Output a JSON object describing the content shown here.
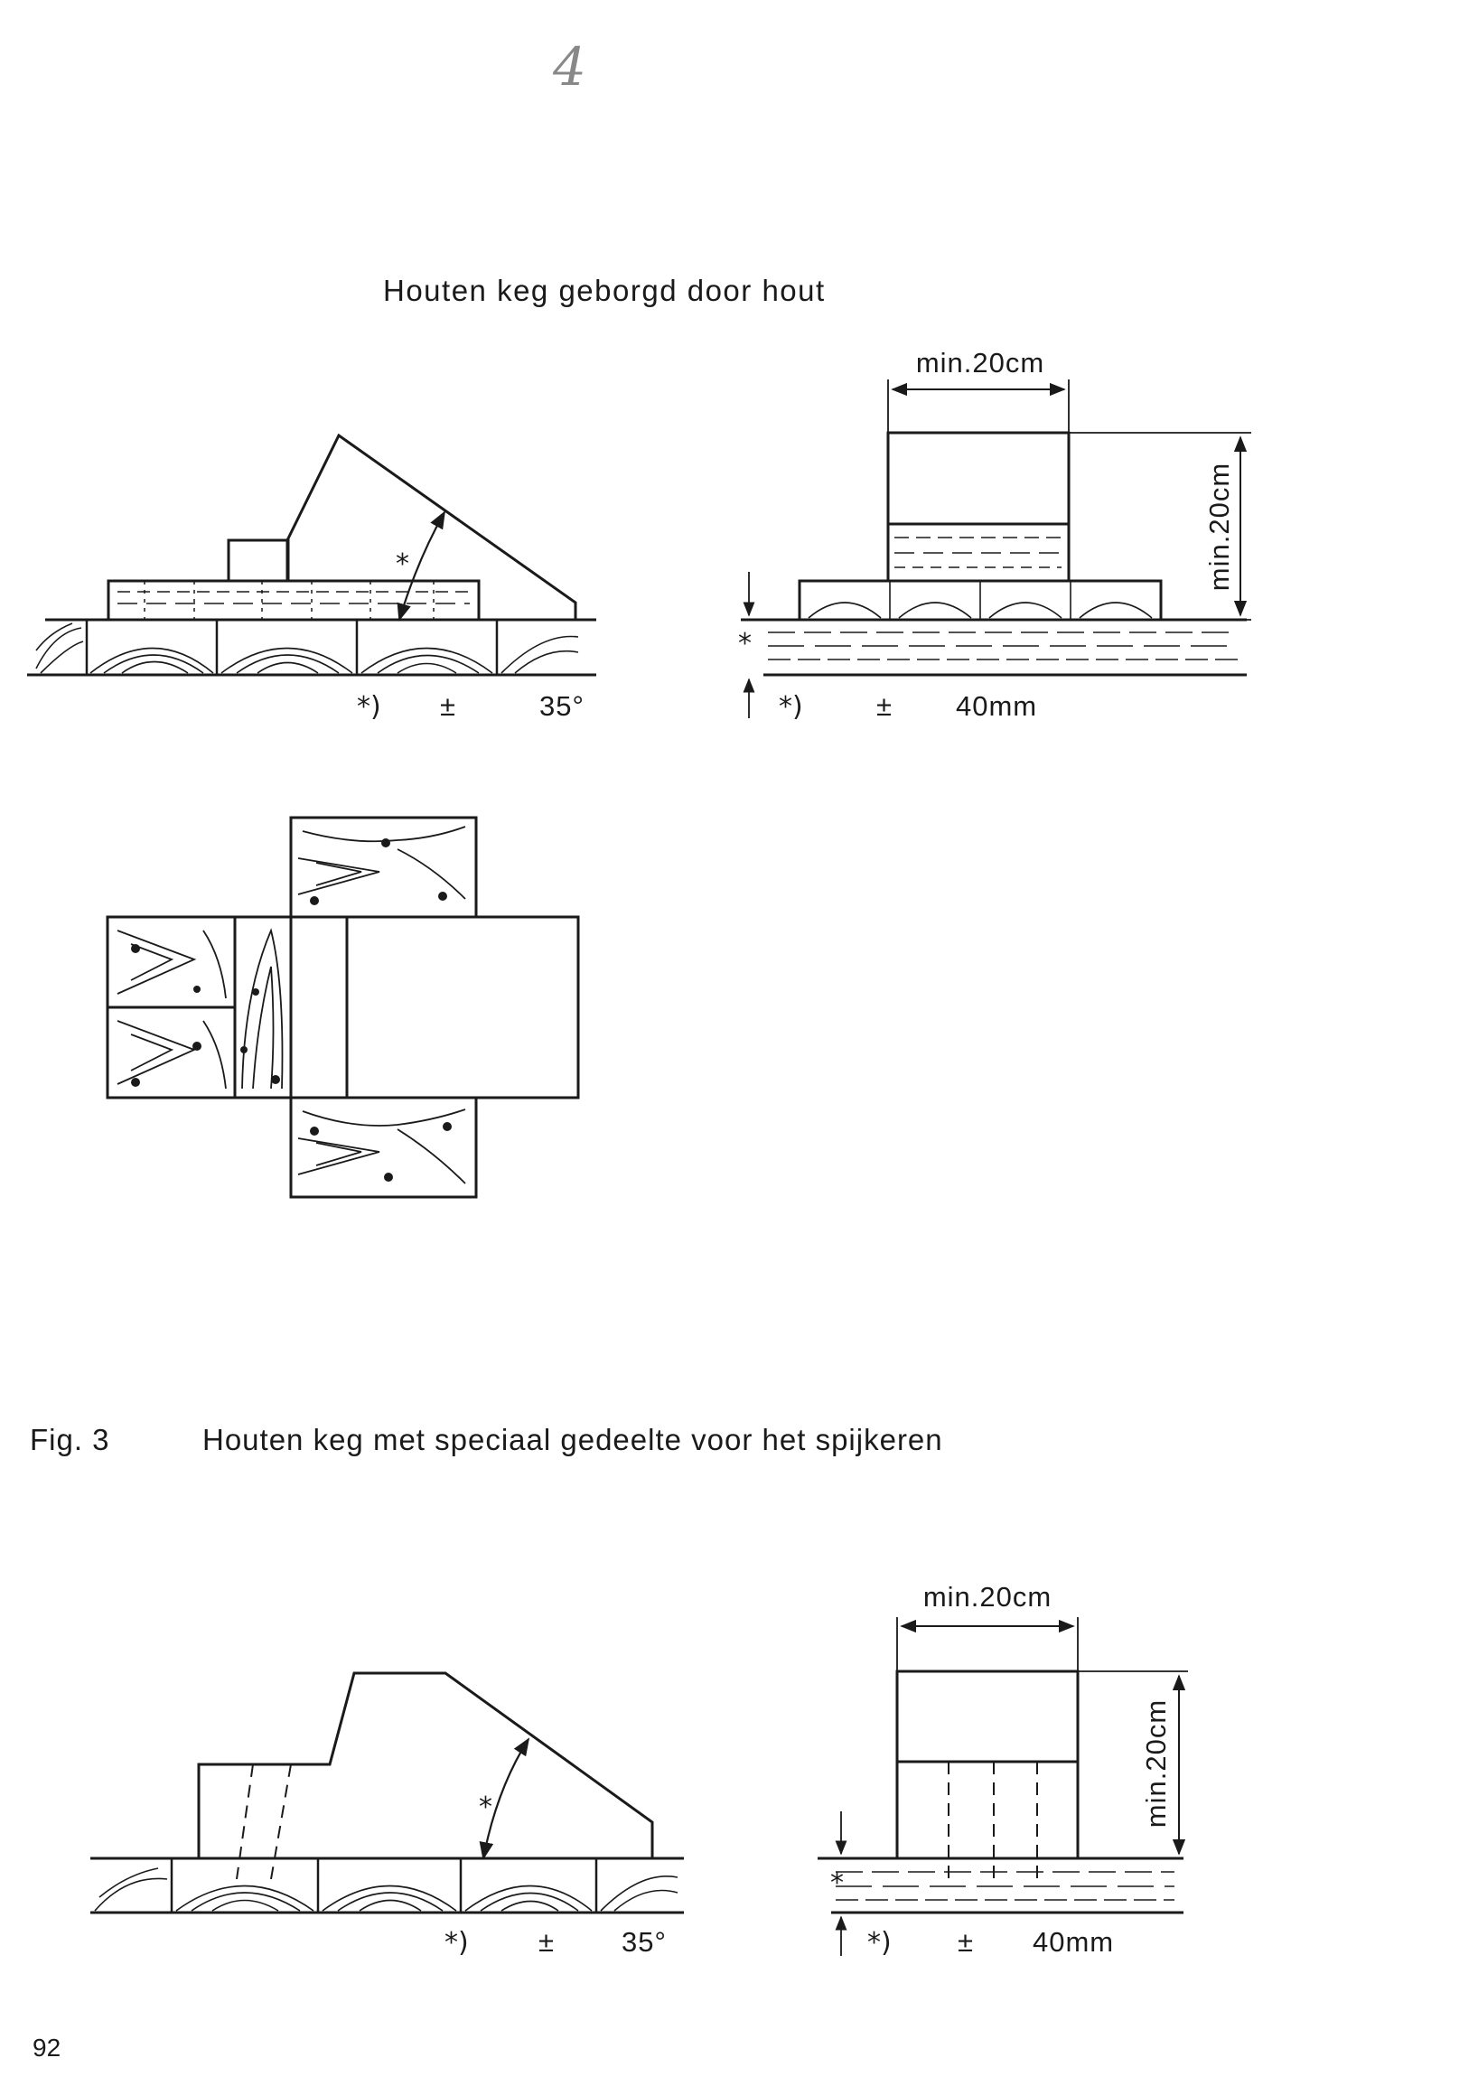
{
  "handwritten_mark": "4",
  "section_title": "Houten keg geborgd door hout",
  "figure": {
    "label": "Fig. 3",
    "caption": "Houten keg met speciaal gedeelte voor het spijkeren"
  },
  "top_side_view": {
    "note": "*)",
    "approx": "±",
    "angle": "35°"
  },
  "top_front_view": {
    "width_label": "min.20cm",
    "height_label": "min.20cm",
    "note": "*)",
    "approx": "±",
    "thickness": "40mm"
  },
  "bottom_side_view": {
    "note": "*)",
    "approx": "±",
    "angle": "35°"
  },
  "bottom_front_view": {
    "width_label": "min.20cm",
    "height_label": "min.20cm",
    "note": "*)",
    "approx": "±",
    "thickness": "40mm"
  },
  "page_number": "92"
}
